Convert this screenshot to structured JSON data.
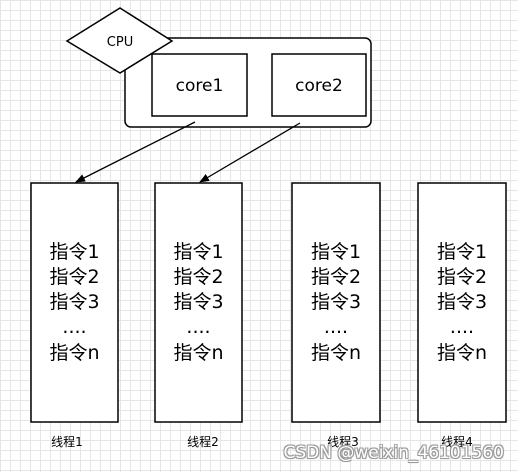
{
  "cpu": {
    "label": "CPU",
    "cores": [
      {
        "label": "core1"
      },
      {
        "label": "core2"
      }
    ]
  },
  "threads": [
    {
      "label": "线程1",
      "instructions": [
        "指令1",
        "指令2",
        "指令3",
        "....",
        "指令n"
      ]
    },
    {
      "label": "线程2",
      "instructions": [
        "指令1",
        "指令2",
        "指令3",
        "....",
        "指令n"
      ]
    },
    {
      "label": "线程3",
      "instructions": [
        "指令1",
        "指令2",
        "指令3",
        "....",
        "指令n"
      ]
    },
    {
      "label": "线程4",
      "instructions": [
        "指令1",
        "指令2",
        "指令3",
        "....",
        "指令n"
      ]
    }
  ],
  "watermark": "CSDN @weixin_46101560"
}
